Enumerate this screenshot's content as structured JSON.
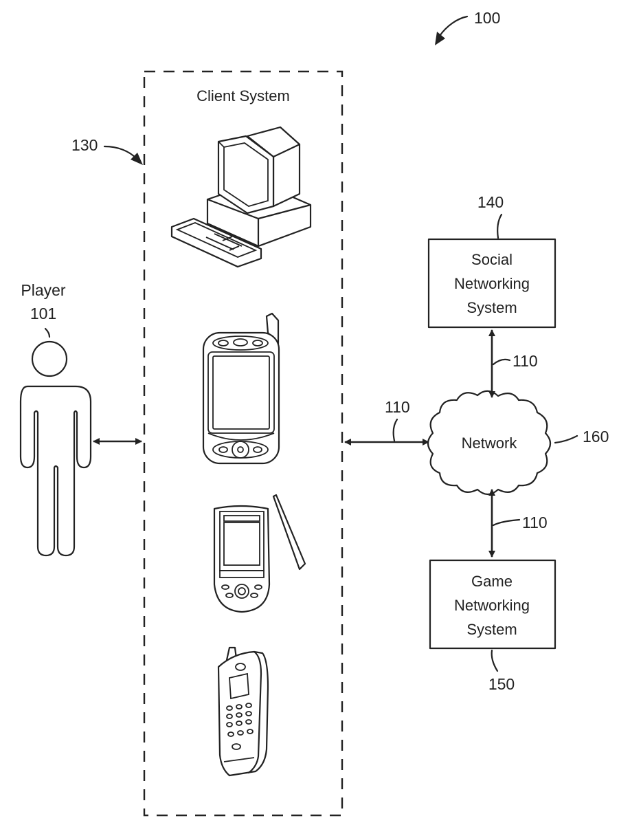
{
  "figure": {
    "ref_number": "100"
  },
  "player": {
    "label": "Player",
    "ref_number": "101"
  },
  "client_system": {
    "title": "Client System",
    "ref_number": "130",
    "devices": [
      {
        "name": "desktop-computer"
      },
      {
        "name": "smartphone"
      },
      {
        "name": "pda-with-stylus"
      },
      {
        "name": "mobile-phone"
      }
    ]
  },
  "social_networking_system": {
    "lines": [
      "Social",
      "Networking",
      "System"
    ],
    "ref_number": "140"
  },
  "game_networking_system": {
    "lines": [
      "Game",
      "Networking",
      "System"
    ],
    "ref_number": "150"
  },
  "network": {
    "label": "Network",
    "ref_number": "160"
  },
  "links": {
    "client_network_ref": "110",
    "social_network_ref": "110",
    "game_network_ref": "110"
  }
}
